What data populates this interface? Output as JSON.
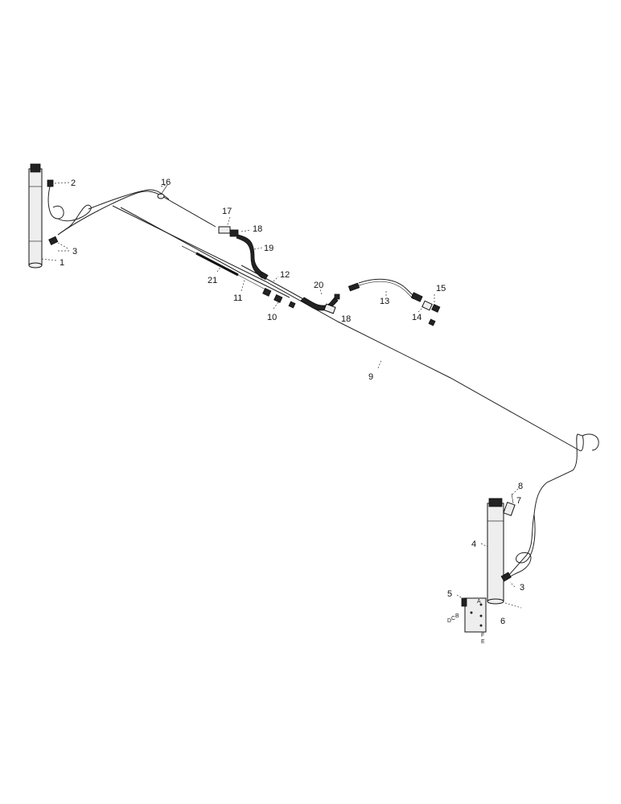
{
  "callouts": {
    "c1": "1",
    "c2": "2",
    "c3a": "3",
    "c3b": "3",
    "c4": "4",
    "c5": "5",
    "c6": "6",
    "c7": "7",
    "c8": "8",
    "c9": "9",
    "c10": "10",
    "c11": "11",
    "c12": "12",
    "c13": "13",
    "c14": "14",
    "c15": "15",
    "c16": "16",
    "c17": "17",
    "c18a": "18",
    "c18b": "18",
    "c19": "19",
    "c20": "20",
    "c21": "21"
  },
  "valve_ports": {
    "a": "A",
    "b": "B",
    "c": "C",
    "d": "D",
    "e": "E",
    "f": "F"
  }
}
